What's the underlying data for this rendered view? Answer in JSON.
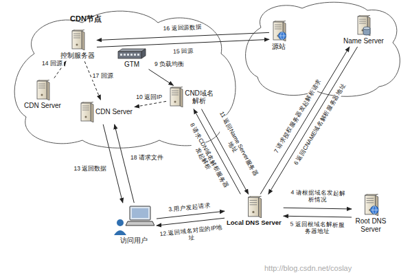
{
  "diagram": {
    "nodes": [
      {
        "text": [
          "CDN节点"
        ]
      },
      {
        "text": [
          "控制服务器"
        ],
        "in": 0
      },
      {
        "text": [
          "CDN Server"
        ],
        "in": 0
      },
      {
        "text": [
          "CDN Server"
        ],
        "in": 0
      },
      {
        "text": [
          "GTM"
        ],
        "in": 0
      },
      {
        "text": [
          "CND域名解析"
        ],
        "in": 0
      },
      {
        "text": [
          "源站"
        ]
      },
      {
        "text": [
          "Name Server"
        ]
      },
      {
        "text": [
          "Local DNS Server"
        ]
      },
      {
        "text": [
          "Root DNS Server"
        ]
      },
      {
        "text": [
          "访问用户"
        ]
      }
    ],
    "edges": [
      {
        "from": 6,
        "to": 1,
        "label": "16 返回源数据",
        "arrow": "to"
      },
      {
        "from": 1,
        "to": 6,
        "label": "15 回源",
        "arrow": "to"
      },
      {
        "from": 2,
        "to": 1,
        "label": "14 回源",
        "arrow": "to"
      },
      {
        "from": 1,
        "to": 3,
        "label": "17 回源",
        "arrow": "to"
      },
      {
        "from": 4,
        "to": 5,
        "label": "9 负载均衡",
        "arrow": "to"
      },
      {
        "from": 5,
        "to": 3,
        "label": "10 返回IP",
        "arrow": "to"
      },
      {
        "from": 8,
        "to": 5,
        "label": "8 请求CDN域名解析服务器发起解析",
        "arrow": "to"
      },
      {
        "from": 5,
        "to": 8,
        "label": "11 返回Name Server服务器地址",
        "arrow": "to"
      },
      {
        "from": 8,
        "to": 7,
        "label": "7 请求授权服务器发起解析请求",
        "arrow": "to"
      },
      {
        "from": 7,
        "to": 8,
        "label": "6 返回CNAME域名解析服务器地址",
        "arrow": "to"
      },
      {
        "from": 8,
        "to": 9,
        "label": "4 请根据域名发起解析情况",
        "arrow": "to"
      },
      {
        "from": 9,
        "to": 8,
        "label": "5 返回根域名解析服务器地址",
        "arrow": "to"
      },
      {
        "from": 10,
        "to": 8,
        "label": "3.用户发起请求",
        "arrow": "to"
      },
      {
        "from": 8,
        "to": 10,
        "label": "12.返回域名对应的IP地址",
        "arrow": "to"
      },
      {
        "from": 3,
        "to": 10,
        "label": "13 返回数据",
        "arrow": "to"
      },
      {
        "from": 10,
        "to": 3,
        "label": "18 请求文件",
        "arrow": "to"
      }
    ],
    "labels": [
      "http://blog.csdn.net/coslay"
    ]
  }
}
